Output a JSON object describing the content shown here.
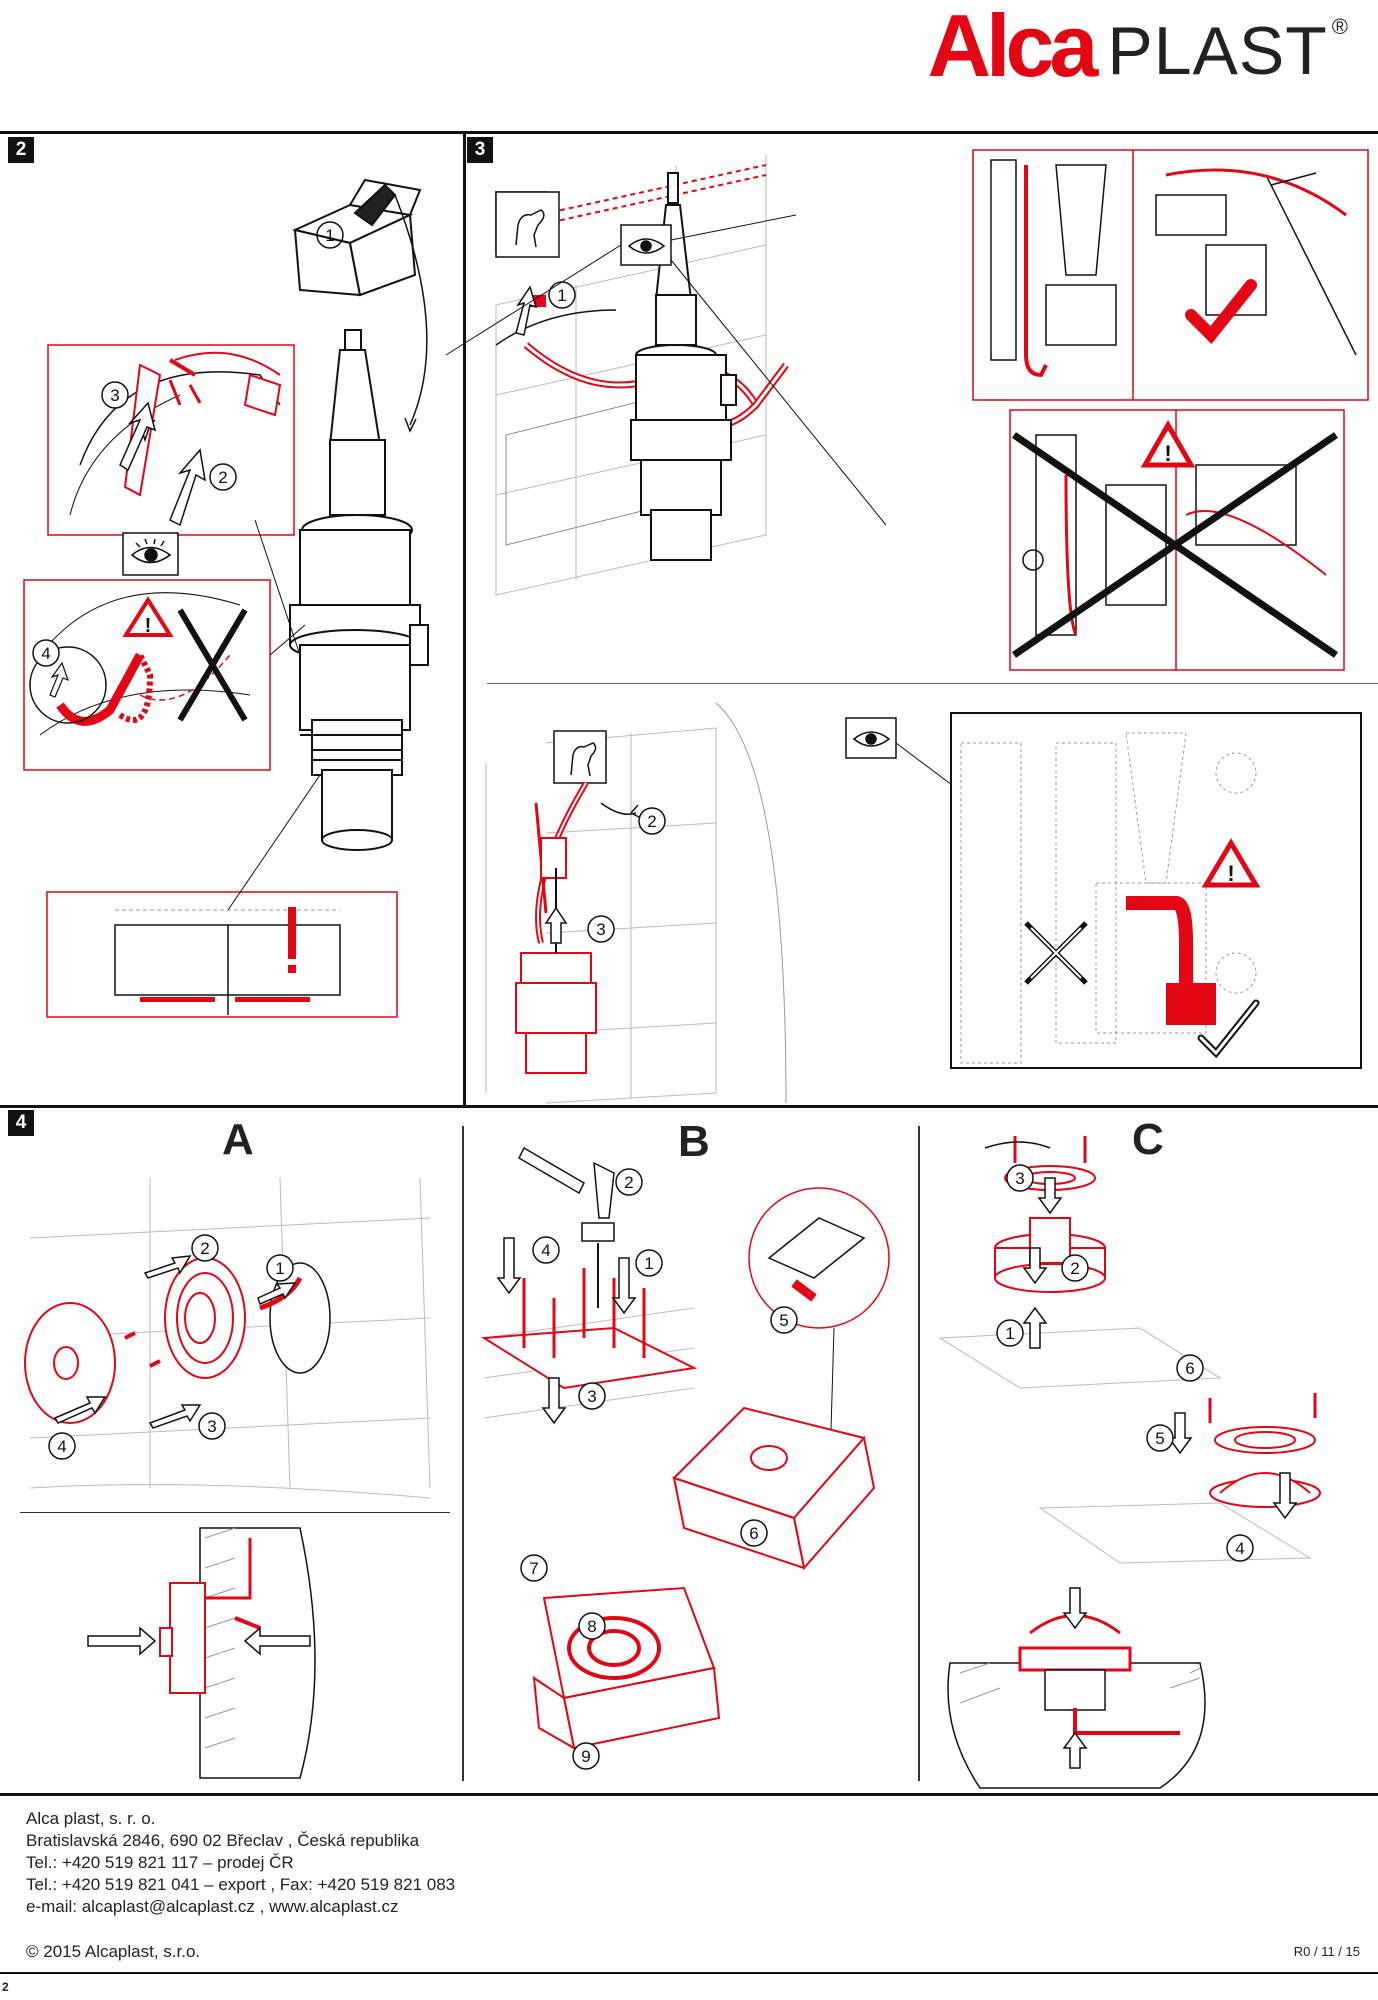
{
  "brand": {
    "alca": "Alca",
    "plast": "PLAST",
    "registered": "®"
  },
  "sections": {
    "s2": "2",
    "s3": "3",
    "s4": "4"
  },
  "subsections": {
    "a": "A",
    "b": "B",
    "c": "C"
  },
  "step_numbers": {
    "s2": [
      "1",
      "2",
      "3",
      "4"
    ],
    "s3_top": [
      "1"
    ],
    "s3_bottom": [
      "2",
      "3"
    ],
    "a": [
      "1",
      "2",
      "3",
      "4"
    ],
    "b": [
      "1",
      "2",
      "3",
      "4",
      "5",
      "6",
      "7",
      "8",
      "9"
    ],
    "c": [
      "1",
      "2",
      "3",
      "4",
      "5",
      "6"
    ]
  },
  "footer": {
    "company": "Alca plast, s. r. o.",
    "address": "Bratislavská 2846, 690 02 Břeclav , Česká republika",
    "tel_cz": "Tel.: +420 519 821 117 – prodej ČR",
    "tel_export": "Tel.: +420 519 821 041 – export , Fax: +420 519 821 083",
    "email": "e-mail: alcaplast@alcaplast.cz , www.alcaplast.cz",
    "copyright": "© 2015 Alcaplast, s.r.o.",
    "revision": "R0 / 11 / 15"
  },
  "page_number": "2",
  "colors": {
    "accent": "#e30613",
    "line": "#111111"
  },
  "icons": [
    "box-icon",
    "eye-icon",
    "warning-icon",
    "hand-pull-icon",
    "cross-icon",
    "check-icon",
    "arrow-icon",
    "screw-icon"
  ]
}
